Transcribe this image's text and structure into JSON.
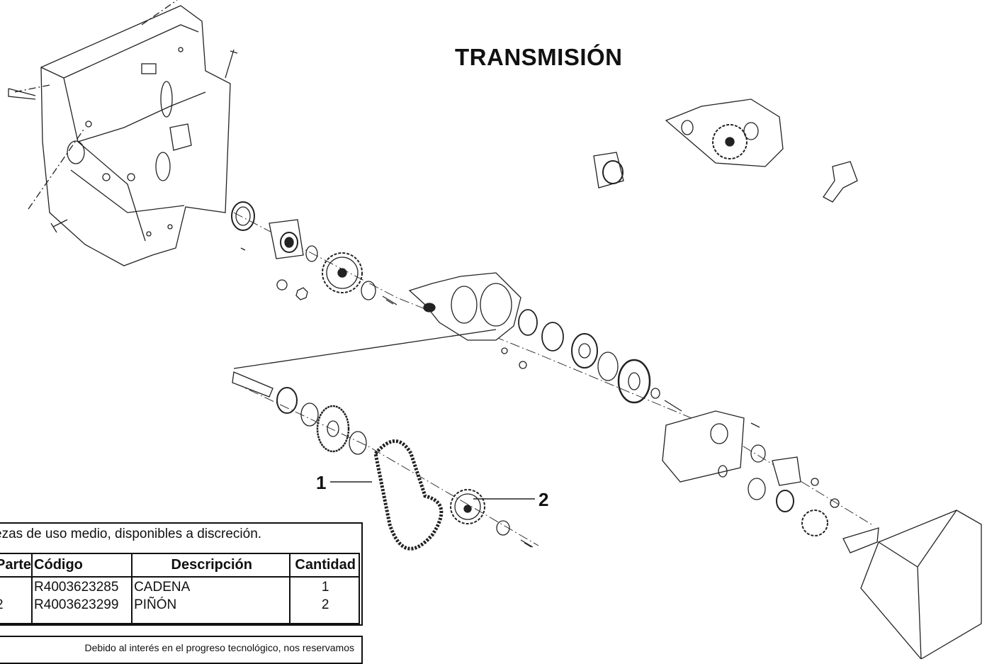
{
  "title": "TRANSMISIÓN",
  "callouts": [
    "1",
    "2"
  ],
  "parts_note": "ezas de uso medio, disponibles a discreción.",
  "table": {
    "headers": [
      "Parte",
      "Código",
      "Descripción",
      "Cantidad"
    ],
    "rows": [
      {
        "part": "",
        "code": "R4003623285",
        "description": "CADENA",
        "qty": "1"
      },
      {
        "part": "2",
        "code": "R4003623299",
        "description": "PIÑÓN",
        "qty": "2"
      }
    ]
  },
  "footer": "Debido al interés en el progreso tecnológico, nos reservamos"
}
